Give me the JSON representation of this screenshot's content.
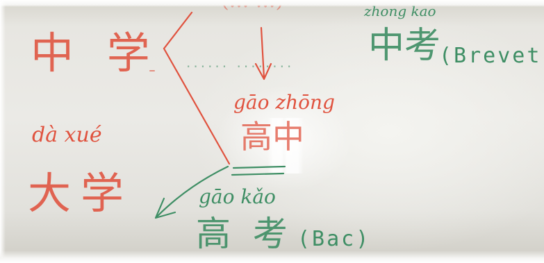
{
  "top_cut_text": "(... ...)",
  "left": {
    "zhongxue_hanzi": "中 学",
    "daxue_pinyin": "dà xué",
    "daxue_hanzi": "大学"
  },
  "right_top": {
    "zhongkao_pinyin": "zhong kao",
    "zhongkao_hanzi": "中考",
    "zhongkao_note": "(Brevet)",
    "dots": "...... ........"
  },
  "center": {
    "gaozhong_pinyin": "gāo zhōng",
    "gaozhong_hanzi": "高中"
  },
  "bottom": {
    "gaokao_pinyin": "gāo kǎo",
    "gaokao_hanzi": "高 考",
    "gaokao_note": "(Bac)"
  },
  "colors": {
    "red_marker": "#e0523e",
    "green_marker": "#3e8e64",
    "board": "#ebeae6"
  }
}
